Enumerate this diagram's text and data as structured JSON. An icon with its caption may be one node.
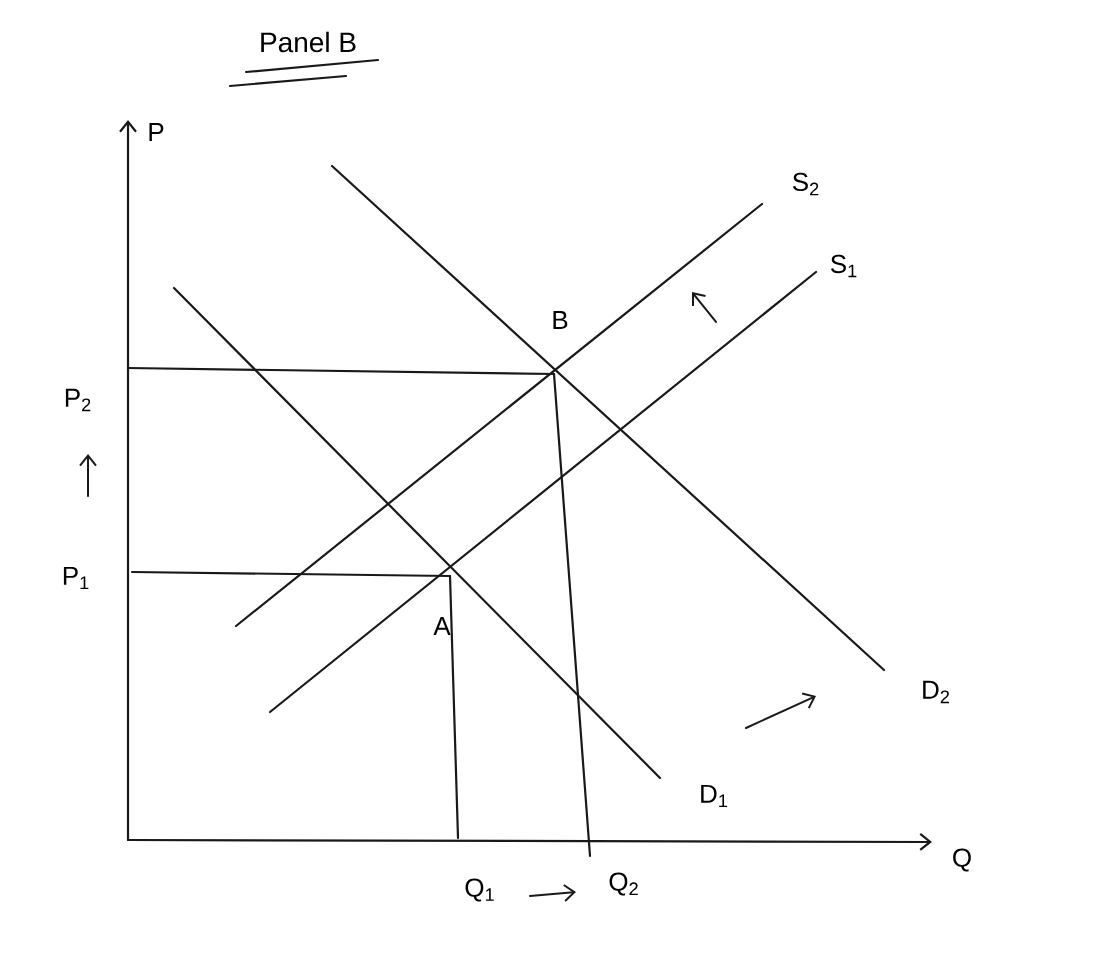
{
  "diagram": {
    "title": "Panel B",
    "labels": [
      "P",
      "S$_{2}$",
      "S$_{1}$",
      "B",
      "P$_{2}$",
      "P$_{1}$",
      "A",
      "D$_{2}$",
      "D$_{1}$",
      "Q$_{1}$",
      "Q$_{2}$",
      "Q"
    ]
  }
}
